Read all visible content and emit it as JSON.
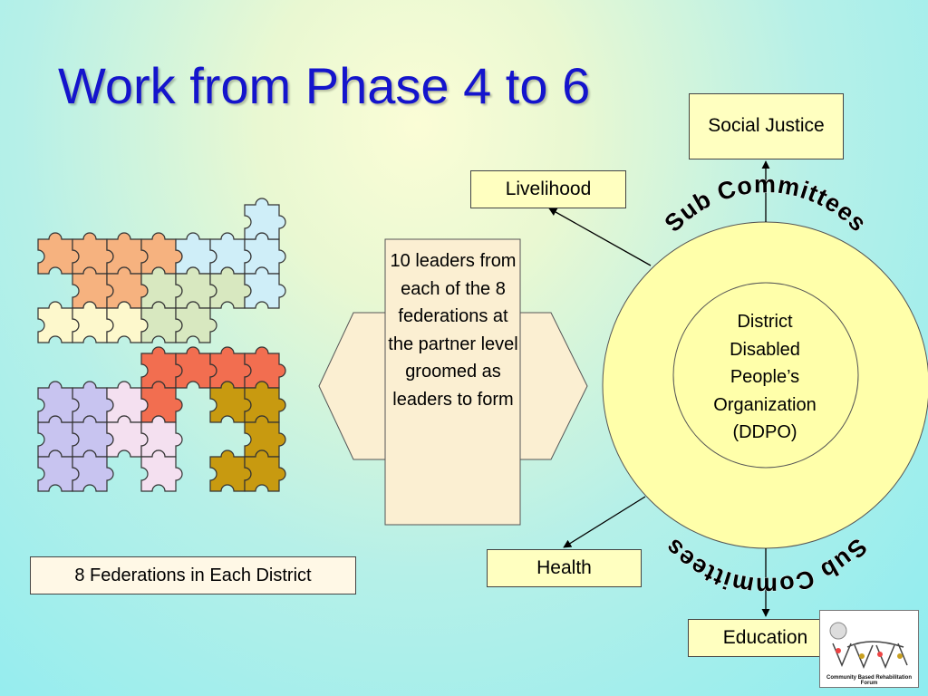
{
  "title": "Work from Phase 4 to 6",
  "federations_label": "8 Federations in Each District",
  "middle_text": "10 leaders from each of the 8 federations at the partner level groomed as leaders to form",
  "sub_committees_top": "Sub Committees",
  "sub_committees_bottom": "Sub Committees",
  "center": {
    "lines": [
      "District",
      "Disabled",
      "People’s",
      "Organization",
      "(DDPO)"
    ]
  },
  "committees": {
    "social_justice": "Social Justice",
    "livelihood": "Livelihood",
    "health": "Health",
    "education": "Education"
  },
  "logo": {
    "caption": "Community Based Rehabilitation Forum",
    "icon": "people-circle-logo-icon"
  },
  "colors": {
    "title": "#1414cc",
    "box_fill": "#ffffc0",
    "circle_fill": "#ffffaa",
    "arrow_fill": "#fbefd2",
    "puzzle_orange": "#f6b27f",
    "puzzle_cyan": "#cfeef8",
    "puzzle_green": "#d8e8c0",
    "puzzle_cream": "#fdf8cc",
    "puzzle_red": "#f26e50",
    "puzzle_lavender": "#c8c4f0",
    "puzzle_pink": "#f4e0f0",
    "puzzle_gold": "#c89a10"
  }
}
